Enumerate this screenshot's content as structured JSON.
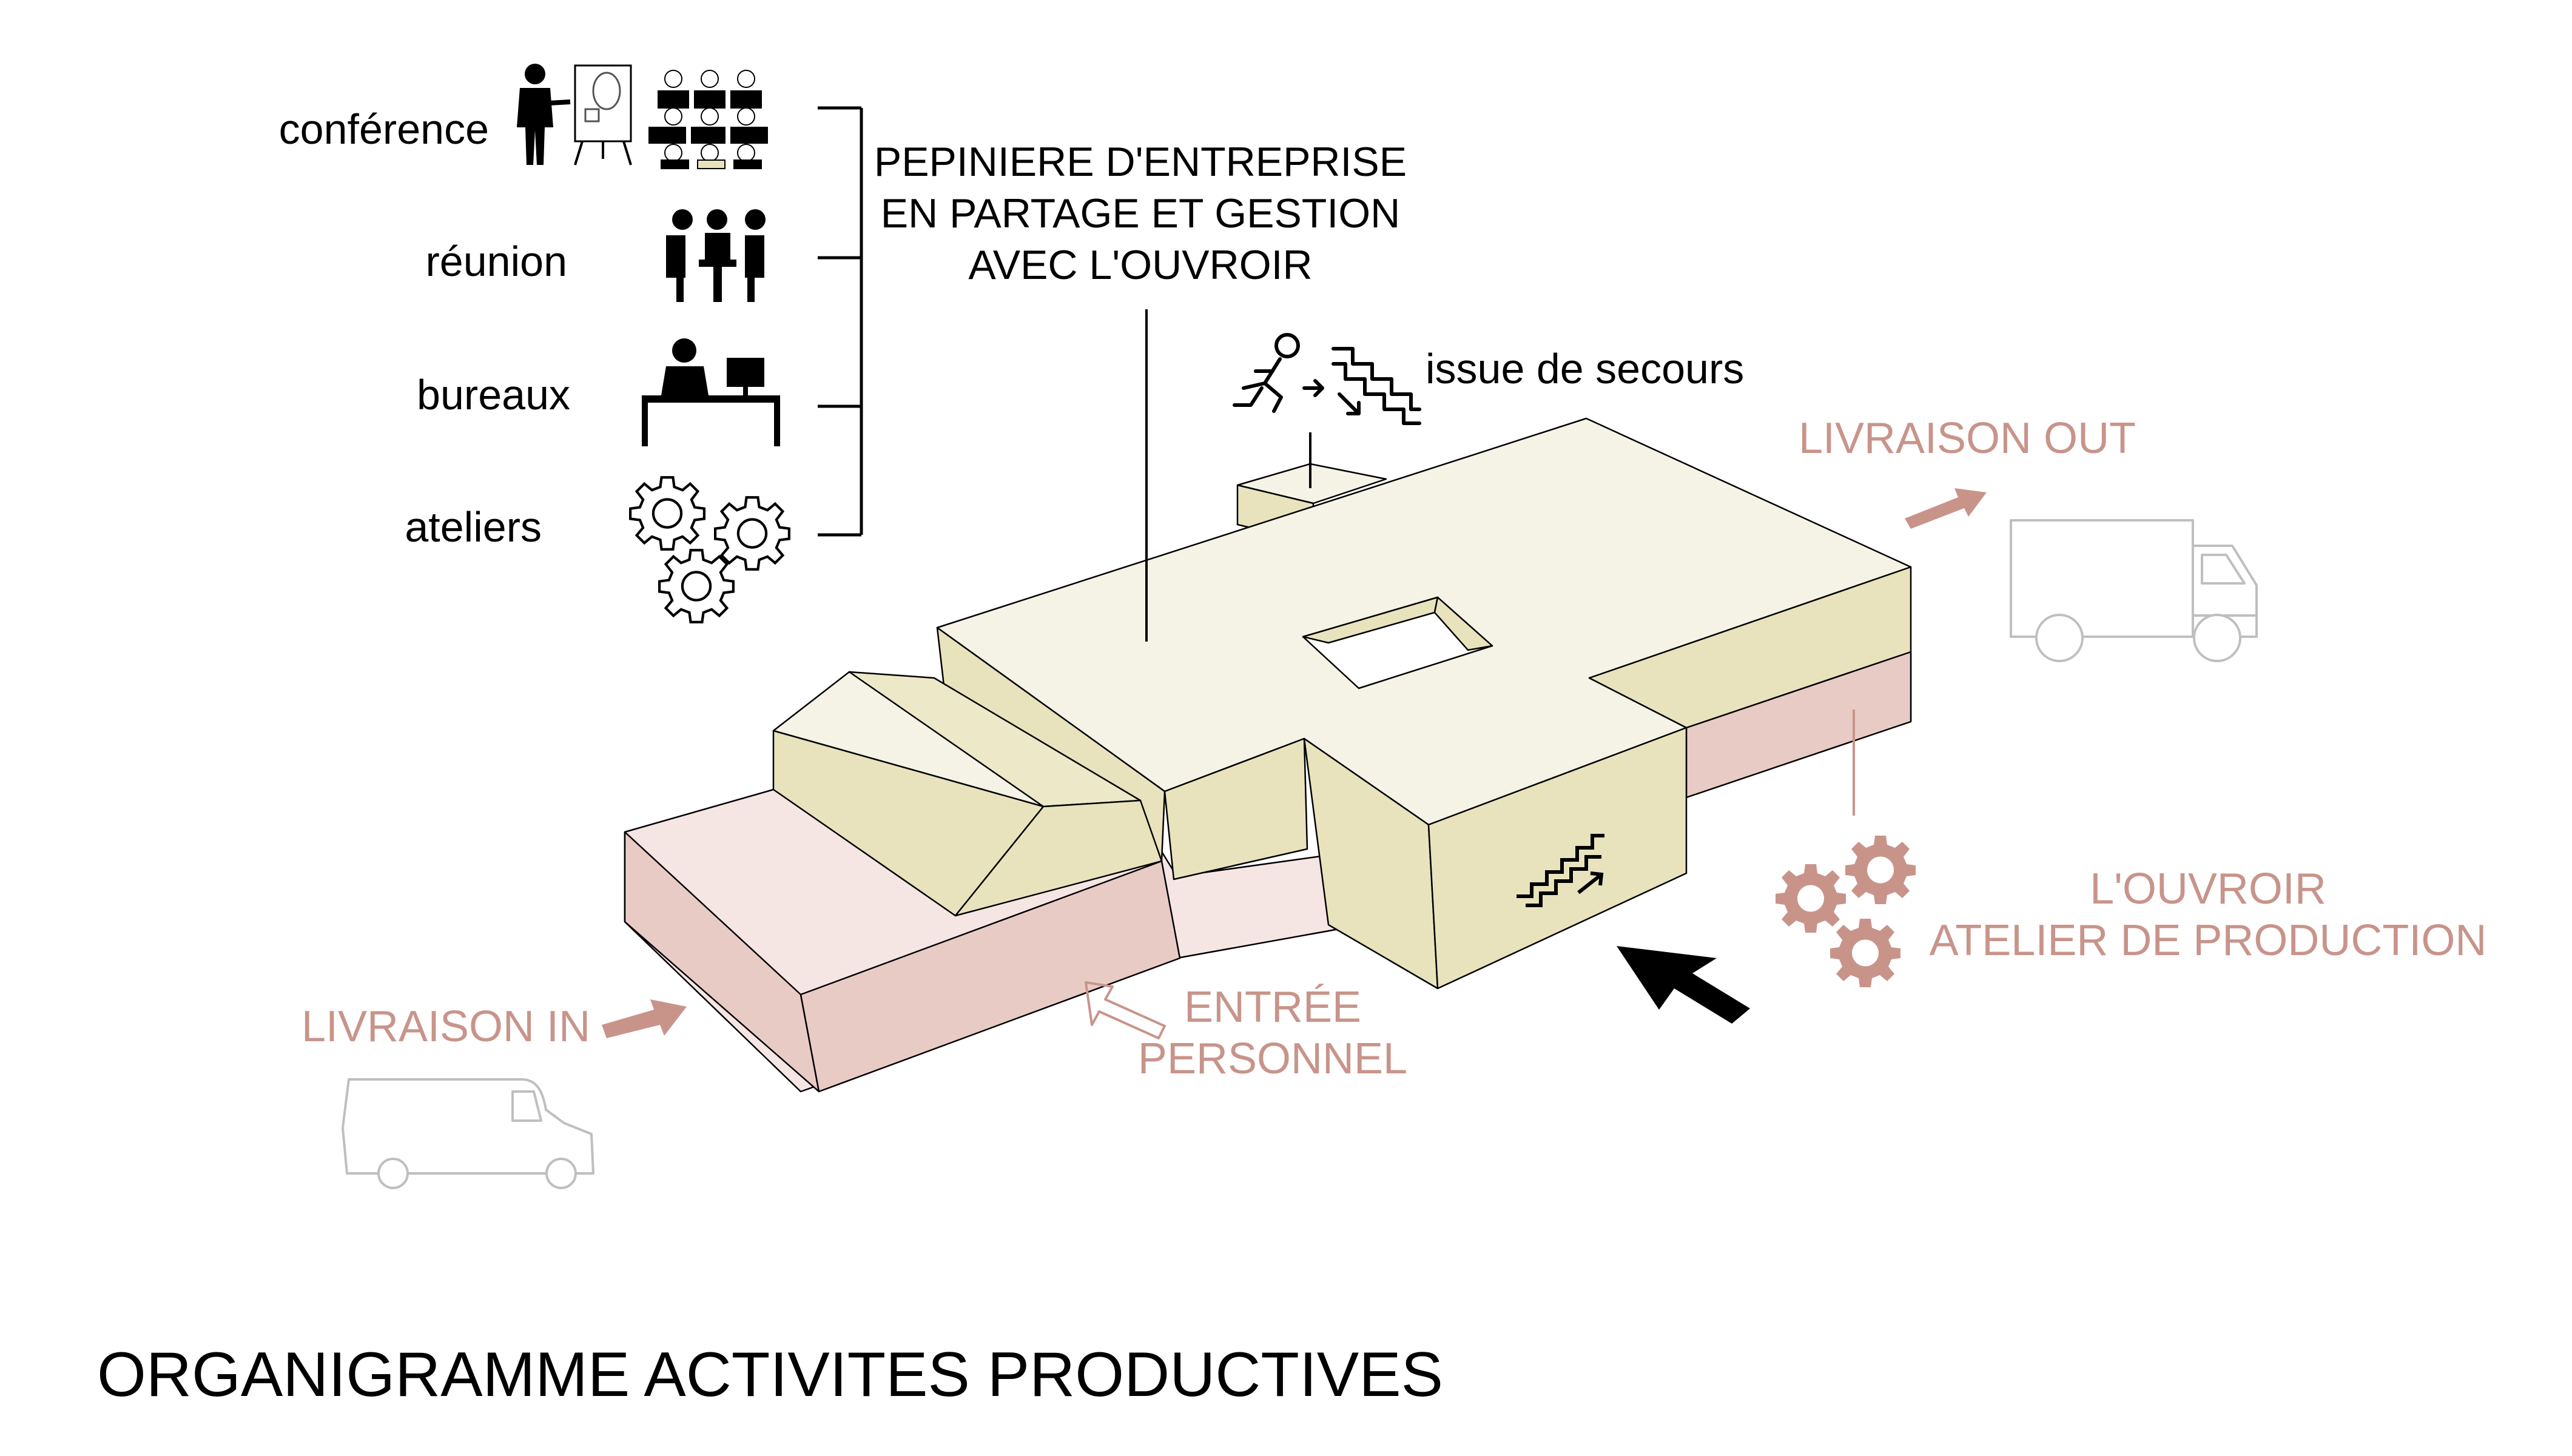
{
  "title": "ORGANIGRAMME ACTIVITES PRODUCTIVES",
  "legend": {
    "items": [
      {
        "label": "conférence",
        "icon": "conference-icon"
      },
      {
        "label": "réunion",
        "icon": "meeting-icon"
      },
      {
        "label": "bureaux",
        "icon": "office-desk-icon"
      },
      {
        "label": "ateliers",
        "icon": "gears-icon"
      }
    ]
  },
  "upper_block": {
    "lines": [
      "PEPINIERE D'ENTREPRISE",
      "EN PARTAGE ET GESTION",
      "AVEC  L'OUVROIR"
    ]
  },
  "emergency": {
    "label": "issue de secours",
    "icon": "emergency-exit-icon"
  },
  "delivery_out": {
    "label": "LIVRAISON OUT",
    "icon": "truck-icon"
  },
  "delivery_in": {
    "label": "LIVRAISON IN",
    "icon": "van-icon"
  },
  "staff_entrance": {
    "lines": [
      "ENTRÉE",
      "PERSONNEL"
    ],
    "icon": "outline-arrow-icon"
  },
  "workshop": {
    "lines": [
      "L'OUVROIR",
      "ATELIER DE PRODUCTION"
    ],
    "icon": "gears-icon"
  },
  "main_entrance": {
    "icon": "black-arrow-icon"
  },
  "colors": {
    "ink": "#000000",
    "accent": "#c8948a",
    "upper_top": "#f5f3e6",
    "upper_side": "#e8e3bd",
    "lower_top": "#f5e6e4",
    "lower_side": "#e9cbc6",
    "vehicle_line": "#bfbfbf"
  }
}
